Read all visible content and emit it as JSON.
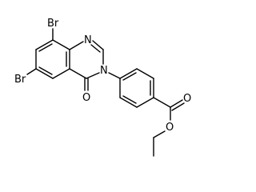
{
  "structure": {
    "atom_labels": {
      "br_top": "Br",
      "br_left": "Br",
      "n_ring": "N",
      "n_amide": "N",
      "o_carbonyl": "O",
      "o_ester_carbonyl": "O",
      "o_ester_ether": "O"
    },
    "colors": {
      "bond": "#000000",
      "label": "#000000",
      "background": "#ffffff"
    }
  }
}
